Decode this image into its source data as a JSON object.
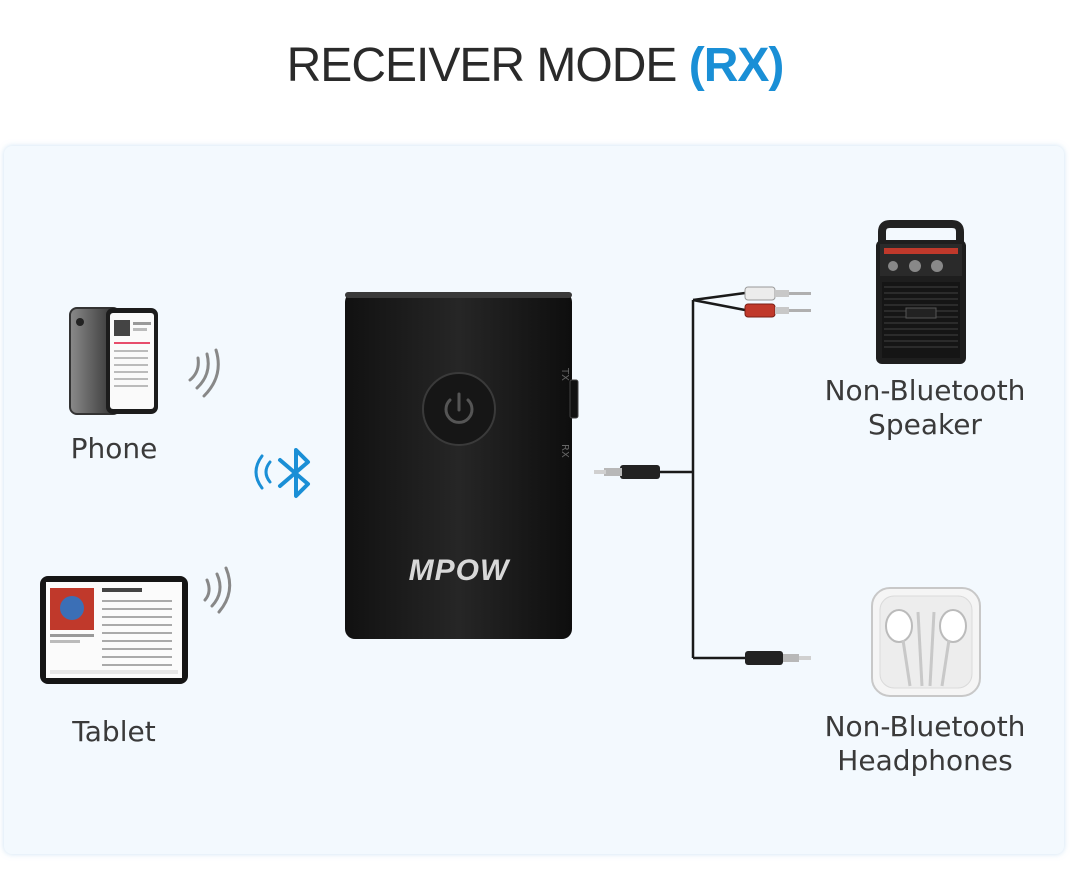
{
  "title": {
    "main": "RECEIVER MODE ",
    "accent": "(RX)"
  },
  "device": {
    "brand": "MPOW",
    "switch_top": "TX",
    "switch_bottom": "RX"
  },
  "sources": {
    "phone": "Phone",
    "tablet": "Tablet"
  },
  "outputs": {
    "speaker": {
      "line1": "Non-Bluetooth",
      "line2": "Speaker"
    },
    "headphones": {
      "line1": "Non-Bluetooth",
      "line2": "Headphones"
    }
  },
  "colors": {
    "accent": "#1a8fd6",
    "panel": "#f3f9fe",
    "device": "#1b1b1b"
  },
  "icons": [
    "bluetooth-icon",
    "signal-waves-icon",
    "power-icon"
  ]
}
